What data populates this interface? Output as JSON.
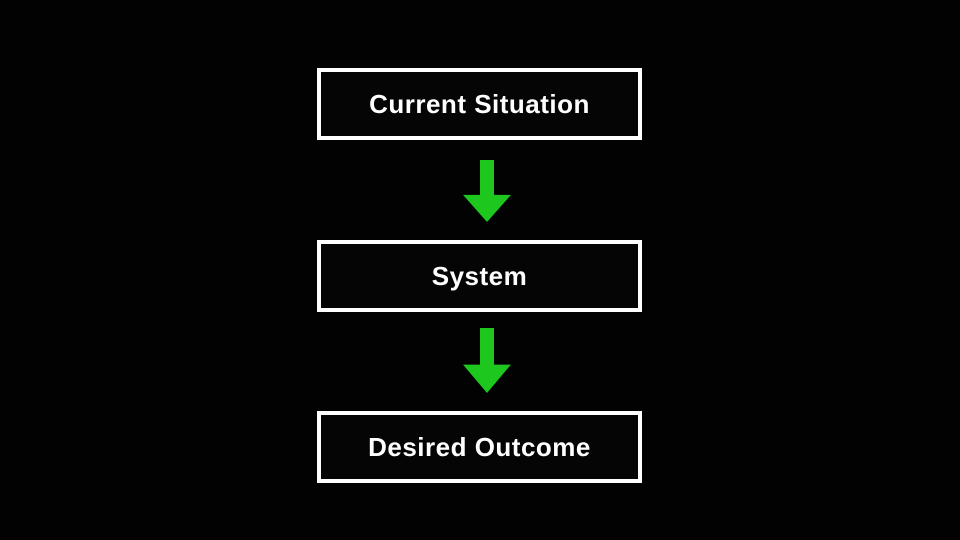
{
  "diagram": {
    "type": "flowchart-vertical",
    "nodes": [
      {
        "id": "current-situation",
        "label": "Current Situation"
      },
      {
        "id": "system",
        "label": "System"
      },
      {
        "id": "desired-outcome",
        "label": "Desired Outcome"
      }
    ],
    "connections": [
      {
        "from": "current-situation",
        "to": "system",
        "type": "arrow-down"
      },
      {
        "from": "system",
        "to": "desired-outcome",
        "type": "arrow-down"
      }
    ],
    "colors": {
      "background": "#020202",
      "box_fill": "#050505",
      "box_border": "#ffffff",
      "text": "#ffffff",
      "arrow": "#1ec71e"
    }
  }
}
